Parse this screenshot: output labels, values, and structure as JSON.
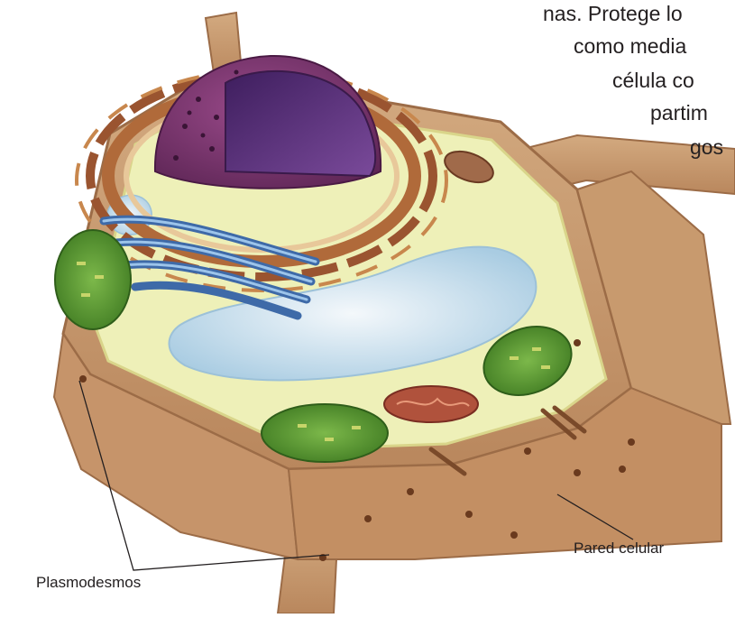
{
  "paragraph_lines": [
    "nas. Protege lo",
    "como media",
    "célula co",
    "partim",
    "gos"
  ],
  "labels": {
    "plasmodesmos": "Plasmodesmos",
    "pared_celular": "Pared celular"
  },
  "colors": {
    "cell_wall": "#c89a6e",
    "cell_wall_shadow": "#a87a55",
    "cytoplasm": "#eef0b8",
    "nucleus": "#7a3a6e",
    "nucleus_interior": "#5a2a6a",
    "endoplasmic_reticulum": "#8a4a2a",
    "golgi": "#4a7ab8",
    "vacuole": "#cfe4ef",
    "chloroplast": "#4f8a2a",
    "mitochondrion": "#a84a3a",
    "leader_lines": "#231f20"
  }
}
